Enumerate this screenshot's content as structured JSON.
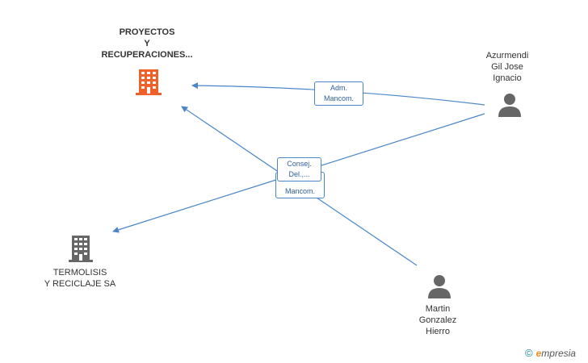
{
  "nodes": {
    "main_company": {
      "lines": [
        "PROYECTOS",
        "Y",
        "RECUPERACIONES..."
      ],
      "icon": "building-icon",
      "color": "#f0602a"
    },
    "termolisis": {
      "lines": [
        "TERMOLISIS",
        "Y RECICLAJE SA"
      ],
      "icon": "building-icon",
      "color": "#666666"
    },
    "azurmendi": {
      "lines": [
        "Azurmendi",
        "Gil Jose",
        "Ignacio"
      ],
      "icon": "person-icon",
      "color": "#666666"
    },
    "martin": {
      "lines": [
        "Martin",
        "Gonzalez",
        "Hierro"
      ],
      "icon": "person-icon",
      "color": "#666666"
    }
  },
  "roles": {
    "adm_mancom": [
      "Adm.",
      "Mancom."
    ],
    "consej_del": [
      "Consej.",
      "Del.,..."
    ],
    "mancom_back": [
      "Mancom."
    ]
  },
  "edge_color": "#4a86c8",
  "watermark": {
    "copyright": "©",
    "e": "e",
    "rest": "mpresia"
  }
}
